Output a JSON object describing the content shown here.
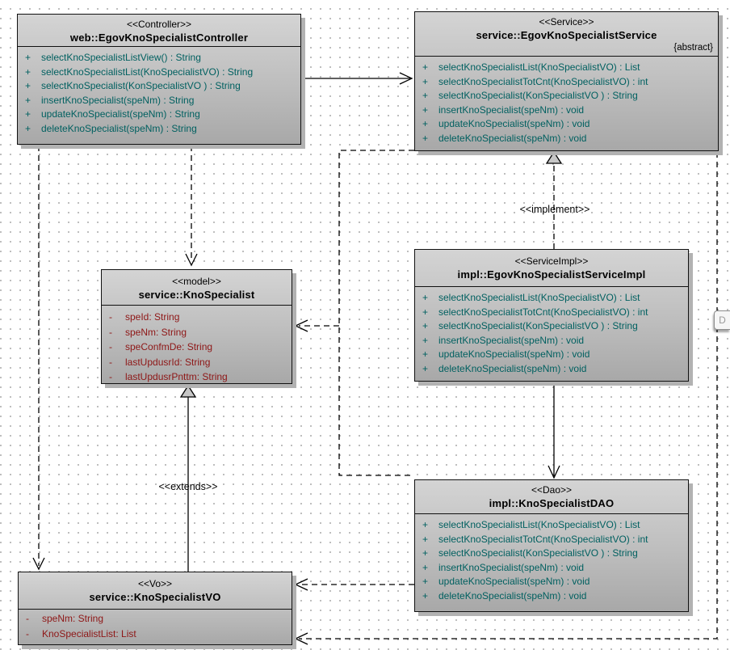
{
  "diagram": {
    "labels": {
      "implement": "&lt;&lt;implement&gt;&gt;",
      "extends": "<<extends>>"
    },
    "edge_label_implement": "<<implement>>",
    "edge_label_extends": "<<extends>>",
    "partial_widget": {
      "label": "D"
    },
    "colors": {
      "method_text": "#006060",
      "attribute_text": "#8e1616",
      "box_fill_top": "#d4d4d4",
      "box_fill_bottom": "#a8a8a8",
      "border": "#111111"
    },
    "classes": {
      "controller": {
        "stereotype": "<<Controller>>",
        "name": "web::EgovKnoSpecialistController",
        "members": [
          {
            "vis": "+",
            "text": "selectKnoSpecialistListView() : String"
          },
          {
            "vis": "+",
            "text": "selectKnoSpecialistList(KnoSpecialistVO) : String"
          },
          {
            "vis": "+",
            "text": "selectKnoSpecialist(KonSpecialistVO ) : String"
          },
          {
            "vis": "+",
            "text": "insertKnoSpecialist(speNm) : String"
          },
          {
            "vis": "+",
            "text": "updateKnoSpecialist(speNm) : String"
          },
          {
            "vis": "+",
            "text": "deleteKnoSpecialist(speNm) : String"
          }
        ]
      },
      "service": {
        "stereotype": "<<Service>>",
        "name": "service::EgovKnoSpecialistService",
        "tag": "{abstract}",
        "members": [
          {
            "vis": "+",
            "text": "selectKnoSpecialistList(KnoSpecialistVO) : List"
          },
          {
            "vis": "+",
            "text": "selectKnoSpecialistTotCnt(KnoSpecialistVO) : int"
          },
          {
            "vis": "+",
            "text": "selectKnoSpecialist(KonSpecialistVO ) : String"
          },
          {
            "vis": "+",
            "text": "insertKnoSpecialist(speNm) : void"
          },
          {
            "vis": "+",
            "text": "updateKnoSpecialist(speNm) : void"
          },
          {
            "vis": "+",
            "text": "deleteKnoSpecialist(speNm) : void"
          }
        ]
      },
      "model": {
        "stereotype": "<<model>>",
        "name": "service::KnoSpecialist",
        "members": [
          {
            "vis": "-",
            "text": "speId:  String"
          },
          {
            "vis": "-",
            "text": "speNm:  String"
          },
          {
            "vis": "-",
            "text": "speConfmDe:  String"
          },
          {
            "vis": "-",
            "text": "lastUpdusrId:  String"
          },
          {
            "vis": "-",
            "text": "lastUpdusrPnttm:  String"
          }
        ]
      },
      "serviceimpl": {
        "stereotype": "<<ServiceImpl>>",
        "name": "impl::EgovKnoSpecialistServiceImpl",
        "members": [
          {
            "vis": "+",
            "text": "selectKnoSpecialistList(KnoSpecialistVO) : List"
          },
          {
            "vis": "+",
            "text": "selectKnoSpecialistTotCnt(KnoSpecialistVO) : int"
          },
          {
            "vis": "+",
            "text": "selectKnoSpecialist(KonSpecialistVO ) : String"
          },
          {
            "vis": "+",
            "text": "insertKnoSpecialist(speNm) : void"
          },
          {
            "vis": "+",
            "text": "updateKnoSpecialist(speNm) : void"
          },
          {
            "vis": "+",
            "text": "deleteKnoSpecialist(speNm) : void"
          }
        ]
      },
      "dao": {
        "stereotype": "<<Dao>>",
        "name": "impl::KnoSpecialistDAO",
        "members": [
          {
            "vis": "+",
            "text": "selectKnoSpecialistList(KnoSpecialistVO) : List"
          },
          {
            "vis": "+",
            "text": "selectKnoSpecialistTotCnt(KnoSpecialistVO) : int"
          },
          {
            "vis": "+",
            "text": "selectKnoSpecialist(KonSpecialistVO ) : String"
          },
          {
            "vis": "+",
            "text": "insertKnoSpecialist(speNm) : void"
          },
          {
            "vis": "+",
            "text": "updateKnoSpecialist(speNm) : void"
          },
          {
            "vis": "+",
            "text": "deleteKnoSpecialist(speNm) : void"
          }
        ]
      },
      "vo": {
        "stereotype": "<<Vo>>",
        "name": "service::KnoSpecialistVO",
        "members": [
          {
            "vis": "-",
            "text": "speNm:  String"
          },
          {
            "vis": "-",
            "text": "KnoSpecialistList:  List"
          }
        ]
      }
    }
  }
}
